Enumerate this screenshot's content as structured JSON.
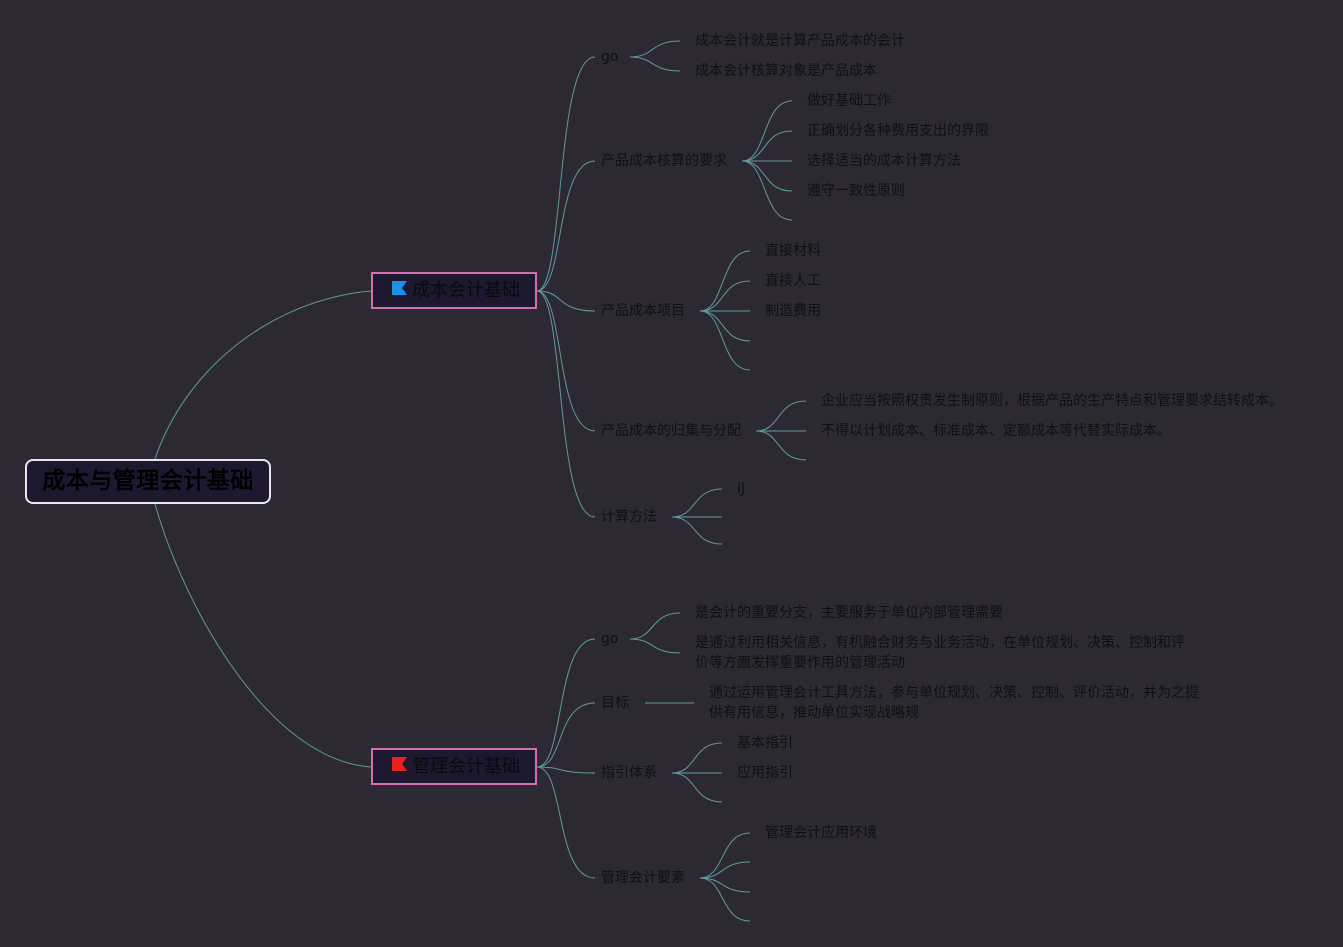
{
  "root": {
    "label": "成本与管理会计基础"
  },
  "colors": {
    "background": "#2d2933",
    "line": "#5f9aa0",
    "main_border": "#d36fae",
    "root_border": "#e9e6ef",
    "flag_blue": "#1e90e8",
    "flag_red": "#e8231e"
  },
  "branches": [
    {
      "label": "成本会计基础",
      "flag_icon": "blue-flag-icon",
      "children": [
        {
          "label": "go",
          "items": [
            "成本会计就是计算产品成本的会计",
            "成本会计核算对象是产品成本"
          ]
        },
        {
          "label": "产品成本核算的要求",
          "items": [
            "做好基础工作",
            "正确划分各种费用支出的界限",
            "选择适当的成本计算方法",
            "遵守一致性原则",
            ""
          ]
        },
        {
          "label": "产品成本项目",
          "items": [
            "直接材料",
            "直接人工",
            "制造费用",
            "",
            ""
          ]
        },
        {
          "label": "产品成本的归集与分配",
          "items": [
            "企业应当按照权责发生制原则，根据产品的生产特点和管理要求结转成本。",
            "不得以计划成本、标准成本、定额成本等代替实际成本。",
            ""
          ]
        },
        {
          "label": "计算方法",
          "items": [
            "iJ",
            "",
            ""
          ]
        }
      ]
    },
    {
      "label": "管理会计基础",
      "flag_icon": "red-flag-icon",
      "children": [
        {
          "label": "go",
          "items": [
            "是会计的重要分支，主要服务于单位内部管理需要",
            "是通过利用相关信息，有机融合财务与业务活动，在单位规划、决策、控制和评价等方面发挥重要作用的管理活动"
          ]
        },
        {
          "label": "目标",
          "items": [
            "通过运用管理会计工具方法，参与单位规划、决策、控制、评价活动，并为之提供有用信息，推动单位实现战略规"
          ]
        },
        {
          "label": "指引体系",
          "items": [
            "基本指引",
            "应用指引",
            ""
          ]
        },
        {
          "label": "管理会计要素",
          "items": [
            "管理会计应用环境",
            "",
            "",
            ""
          ]
        }
      ]
    }
  ]
}
